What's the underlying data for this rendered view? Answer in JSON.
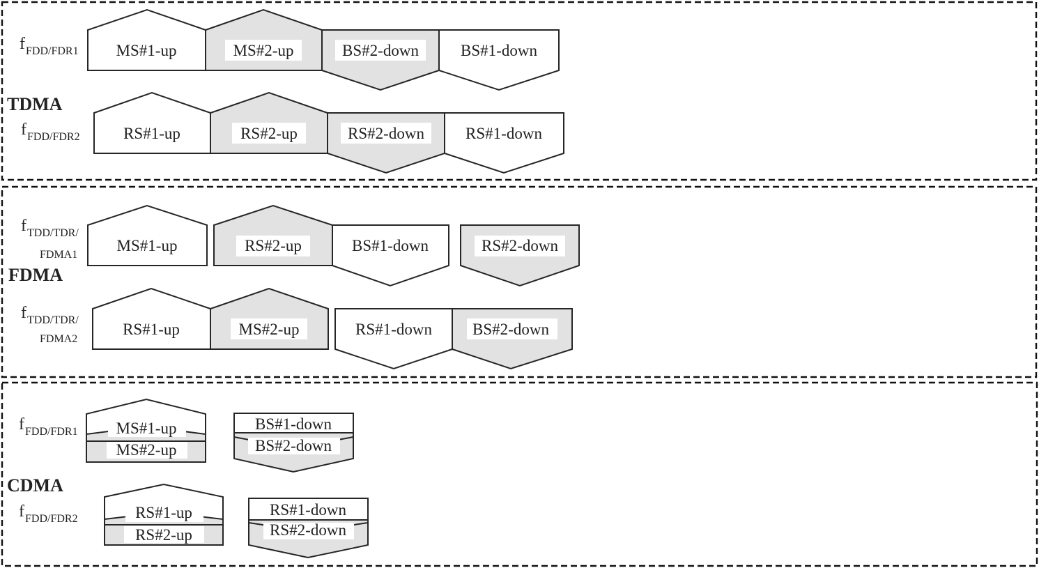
{
  "figure": {
    "description_title": "Multiple access and duplexing scheme diagram"
  },
  "colors": {
    "plain_fill": "#ffffff",
    "shaded_fill": "#e2e2e2",
    "stroke": "#262626",
    "border": "#111111",
    "text": "#222222"
  },
  "tdma": {
    "title": "TDMA",
    "freq1": {
      "base": "f",
      "sub": "FDD/FDR1"
    },
    "freq2": {
      "base": "f",
      "sub": "FDD/FDR2"
    },
    "row1": [
      "MS#1-up",
      "MS#2-up",
      "BS#2-down",
      "BS#1-down"
    ],
    "row2": [
      "RS#1-up",
      "RS#2-up",
      "RS#2-down",
      "RS#1-down"
    ]
  },
  "fdma": {
    "title": "FDMA",
    "freq1": {
      "base": "f",
      "sub1": "TDD/TDR/",
      "sub2": "FDMA1"
    },
    "freq2": {
      "base": "f",
      "sub1": "TDD/TDR/",
      "sub2": "FDMA2"
    },
    "row1": [
      "MS#1-up",
      "RS#2-up",
      "BS#1-down",
      "RS#2-down"
    ],
    "row2": [
      "RS#1-up",
      "MS#2-up",
      "RS#1-down",
      "BS#2-down"
    ]
  },
  "cdma": {
    "title": "CDMA",
    "freq1": {
      "base": "f",
      "sub": "FDD/FDR1"
    },
    "freq2": {
      "base": "f",
      "sub": "FDD/FDR2"
    },
    "row1": {
      "stack1": [
        "MS#1-up",
        "MS#2-up"
      ],
      "stack2": [
        "BS#1-down",
        "BS#2-down"
      ]
    },
    "row2": {
      "stack1": [
        "RS#1-up",
        "RS#2-up"
      ],
      "stack2": [
        "RS#1-down",
        "RS#2-down"
      ]
    }
  }
}
